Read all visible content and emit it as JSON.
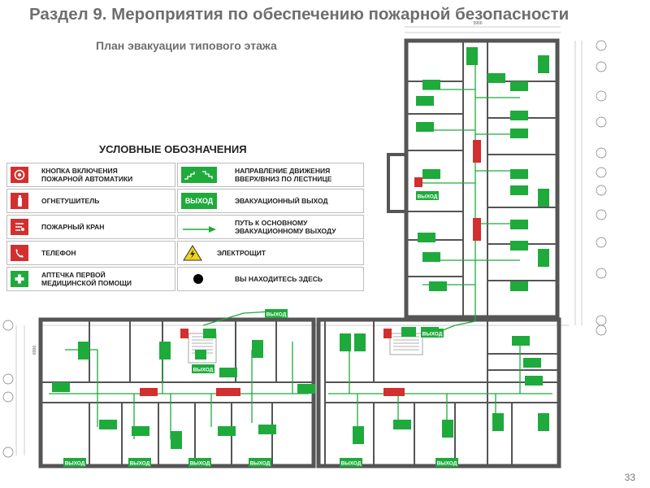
{
  "header": {
    "title": "Раздел 9. Мероприятия по обеспечению пожарной безопасности",
    "subtitle": "План эвакуации типового этажа"
  },
  "legend": {
    "title": "УСЛОВНЫЕ ОБОЗНАЧЕНИЯ",
    "items": [
      {
        "text": "КНОПКА ВКЛЮЧЕНИЯ\nПОЖАРНОЙ АВТОМАТИКИ",
        "icon": "alarm-button-icon",
        "color": "#d32f2f"
      },
      {
        "text": "ОГНЕТУШИТЕЛЬ",
        "icon": "fire-extinguisher-icon",
        "color": "#d32f2f"
      },
      {
        "text": "ПОЖАРНЫЙ КРАН",
        "icon": "fire-hydrant-icon",
        "color": "#d32f2f"
      },
      {
        "text": "ТЕЛЕФОН",
        "icon": "phone-icon",
        "color": "#d32f2f"
      },
      {
        "text": "АПТЕЧКА ПЕРВОЙ\nМЕДИЦИНСКОЙ ПОМОЩИ",
        "icon": "first-aid-icon",
        "color": "#1faa3c"
      },
      {
        "text": "НАПРАВЛЕНИЕ ДВИЖЕНИЯ\nВВЕРХ/ВНИЗ ПО ЛЕСТНИЦЕ",
        "icon": "stairs-direction-icon",
        "color": "#1faa3c"
      },
      {
        "text": "ЭВАКУАЦИОННЫЙ ВЫХОД",
        "icon": "exit-sign-icon",
        "color": "#1faa3c",
        "icon_text": "ВЫХОД"
      },
      {
        "text": "ПУТЬ К ОСНОВНОМУ\nЭВАКУАЦИОННОМУ ВЫХОДУ",
        "icon": "evacuation-path-icon",
        "color": "#1faa3c"
      },
      {
        "text": "ЭЛЕКТРОЩИТ",
        "icon": "electrical-panel-icon",
        "color": "#f2d21b"
      },
      {
        "text": "ВЫ НАХОДИТЕСЬ ЗДЕСЬ",
        "icon": "you-are-here-icon",
        "color": "#000000"
      }
    ]
  },
  "plan": {
    "exit_label": "ВЫХОД",
    "wall_color": "#555555",
    "path_color": "#1faa3c"
  },
  "page_number": "33"
}
